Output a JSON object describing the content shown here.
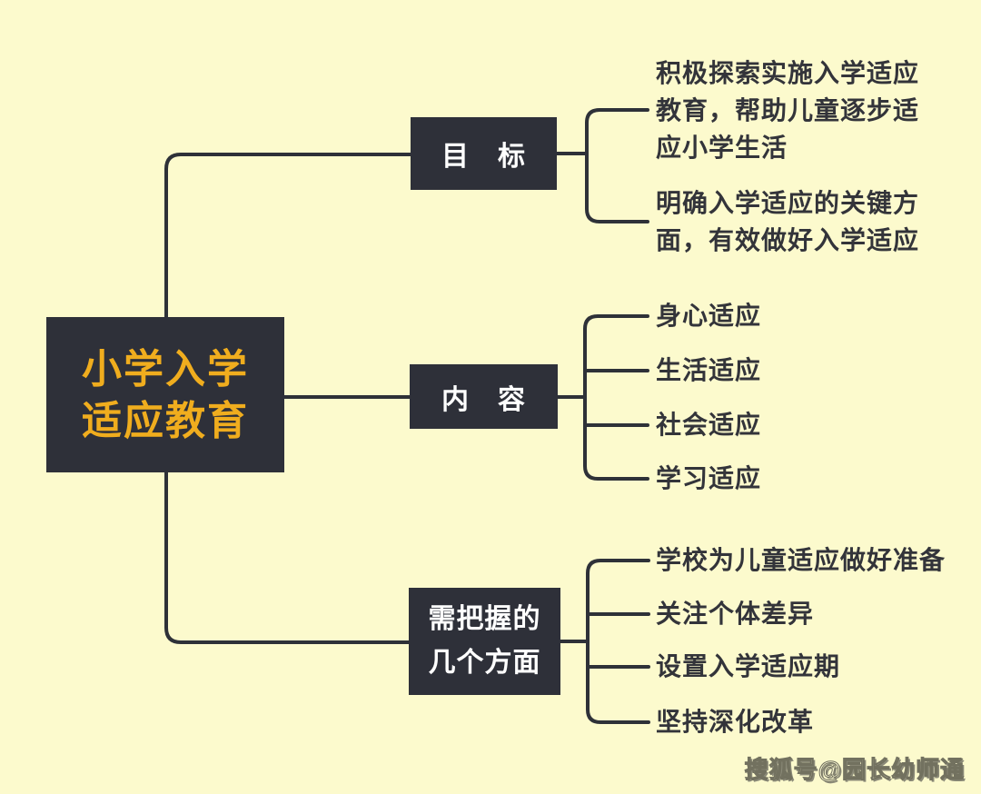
{
  "title": "小学入学适应教育思维导图",
  "colors": {
    "background": "#fcfacd",
    "node_box": "#2e3039",
    "root_text": "#f0ad1e",
    "branch_text": "#ffffff",
    "connector_line": "#2e3138",
    "leaf_text": "#33343a"
  },
  "root": {
    "lines": [
      "小学入学",
      "适应教育"
    ]
  },
  "branches": [
    {
      "label": "目　标",
      "leaves": [
        "积极探索实施入学适应教育，帮助儿童逐步适应小学生活",
        "明确入学适应的关键方面，有效做好入学适应"
      ]
    },
    {
      "label": "内　容",
      "leaves": [
        "身心适应",
        "生活适应",
        "社会适应",
        "学习适应"
      ]
    },
    {
      "label_lines": [
        "需把握的",
        "几个方面"
      ],
      "leaves": [
        "学校为儿童适应做好准备",
        "关注个体差异",
        "设置入学适应期",
        "坚持深化改革"
      ]
    }
  ],
  "watermark": "搜狐号@园长幼师通"
}
